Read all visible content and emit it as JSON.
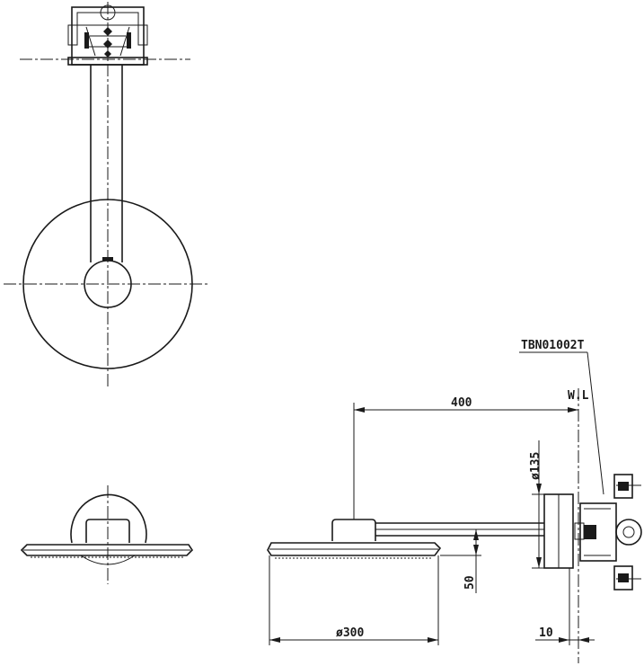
{
  "labels": {
    "part_no": "TBN01002T",
    "water_level": "W.L",
    "arm_length": "400",
    "flange_dia": "ø135",
    "drop": "50",
    "head_dia": "ø300",
    "wall_gap": "10"
  }
}
